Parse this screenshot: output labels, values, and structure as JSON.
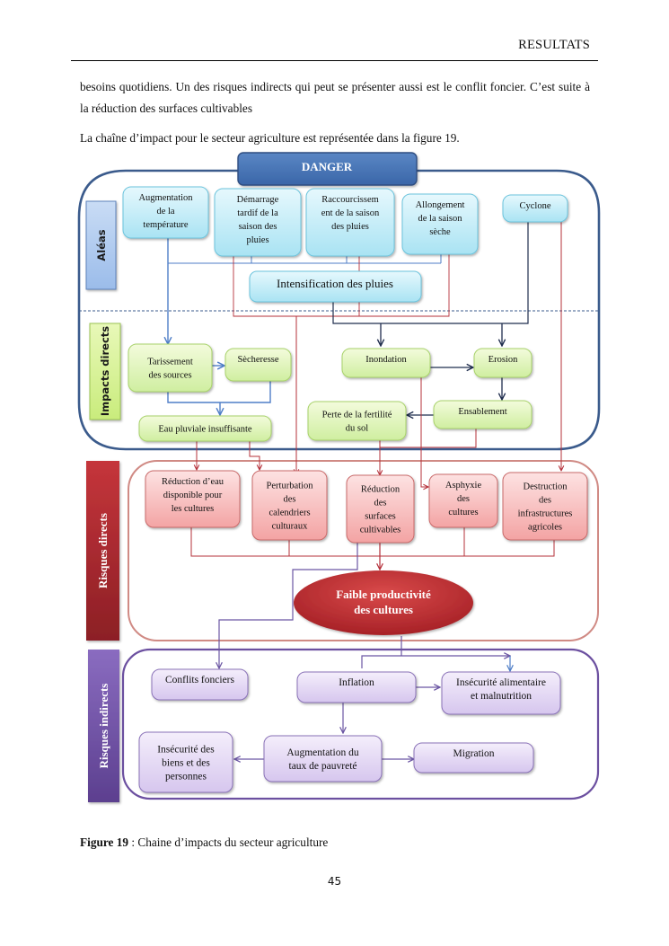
{
  "header": {
    "title": "RESULTATS"
  },
  "body": {
    "paragraph_1": "besoins quotidiens. Un des risques indirects qui peut se présenter aussi est le conflit foncier. C’est suite à la réduction des surfaces cultivables",
    "paragraph_2": "La chaîne d’impact pour le secteur agriculture est représentée dans la figure 19."
  },
  "figure": {
    "danger_label": "DANGER",
    "sections": {
      "aleas": "Aléas",
      "impacts_directs": "Impacts directs",
      "risques_directs": "Risques directs",
      "risques_indirects": "Risques indirects"
    },
    "aleas": [
      {
        "id": "temp",
        "lines": [
          "Augmentation",
          "de la",
          "température"
        ]
      },
      {
        "id": "demarrage",
        "lines": [
          "Démarrage",
          "tardif de la",
          "saison des",
          "pluies"
        ]
      },
      {
        "id": "raccourcissement",
        "lines": [
          "Raccourcissem",
          "ent de la saison",
          "des pluies"
        ]
      },
      {
        "id": "allongement",
        "lines": [
          "Allongement",
          "de la saison",
          "sèche"
        ]
      },
      {
        "id": "cyclone",
        "lines": [
          "Cyclone"
        ]
      }
    ],
    "intensification": "Intensification des pluies",
    "impacts": [
      {
        "id": "tarissement",
        "lines": [
          "Tarissement",
          "des sources"
        ]
      },
      {
        "id": "secheresse",
        "lines": [
          "Sècheresse"
        ]
      },
      {
        "id": "eau_pluviale",
        "lines": [
          "Eau pluviale insuffisante"
        ]
      },
      {
        "id": "inondation",
        "lines": [
          "Inondation"
        ]
      },
      {
        "id": "erosion",
        "lines": [
          "Erosion"
        ]
      },
      {
        "id": "ensablement",
        "lines": [
          "Ensablement"
        ]
      },
      {
        "id": "fertilite",
        "lines": [
          "Perte de la fertilité",
          "du sol"
        ]
      }
    ],
    "risques_directs": [
      {
        "id": "reduction_eau",
        "lines": [
          "Réduction d’eau",
          "disponible pour",
          "les cultures"
        ]
      },
      {
        "id": "perturbation",
        "lines": [
          "Perturbation",
          "des",
          "calendriers",
          "culturaux"
        ]
      },
      {
        "id": "reduction_surfaces",
        "lines": [
          "Réduction",
          "des",
          "surfaces",
          "cultivables"
        ]
      },
      {
        "id": "asphyxie",
        "lines": [
          "Asphyxie",
          "des",
          "cultures"
        ]
      },
      {
        "id": "destruction",
        "lines": [
          "Destruction",
          "des",
          "infrastructures",
          "agricoles"
        ]
      }
    ],
    "faible_productivite": [
      "Faible productivité",
      "des cultures"
    ],
    "risques_indirects": [
      {
        "id": "conflits",
        "lines": [
          "Conflits fonciers"
        ]
      },
      {
        "id": "inflation",
        "lines": [
          "Inflation"
        ]
      },
      {
        "id": "insecurite_alim",
        "lines": [
          "Insécurité alimentaire",
          "et malnutrition"
        ]
      },
      {
        "id": "insecurite_biens",
        "lines": [
          "Insécurité des",
          "biens et des",
          "personnes"
        ]
      },
      {
        "id": "pauvrete",
        "lines": [
          "Augmentation du",
          "taux de pauvreté"
        ]
      },
      {
        "id": "migration",
        "lines": [
          "Migration"
        ]
      }
    ],
    "colors": {
      "blue_frame": "#3b5b8c",
      "red_frame": "#d08a84",
      "purple_frame": "#6c50a0",
      "red_line": "#b5303a",
      "blue_line": "#4f7ec7",
      "navy_line": "#1f2d4d",
      "purple_line": "#6b56a3"
    }
  },
  "caption": {
    "label": "Figure 19",
    "text": " : Chaine d’impacts du secteur agriculture"
  },
  "page_number": "45"
}
